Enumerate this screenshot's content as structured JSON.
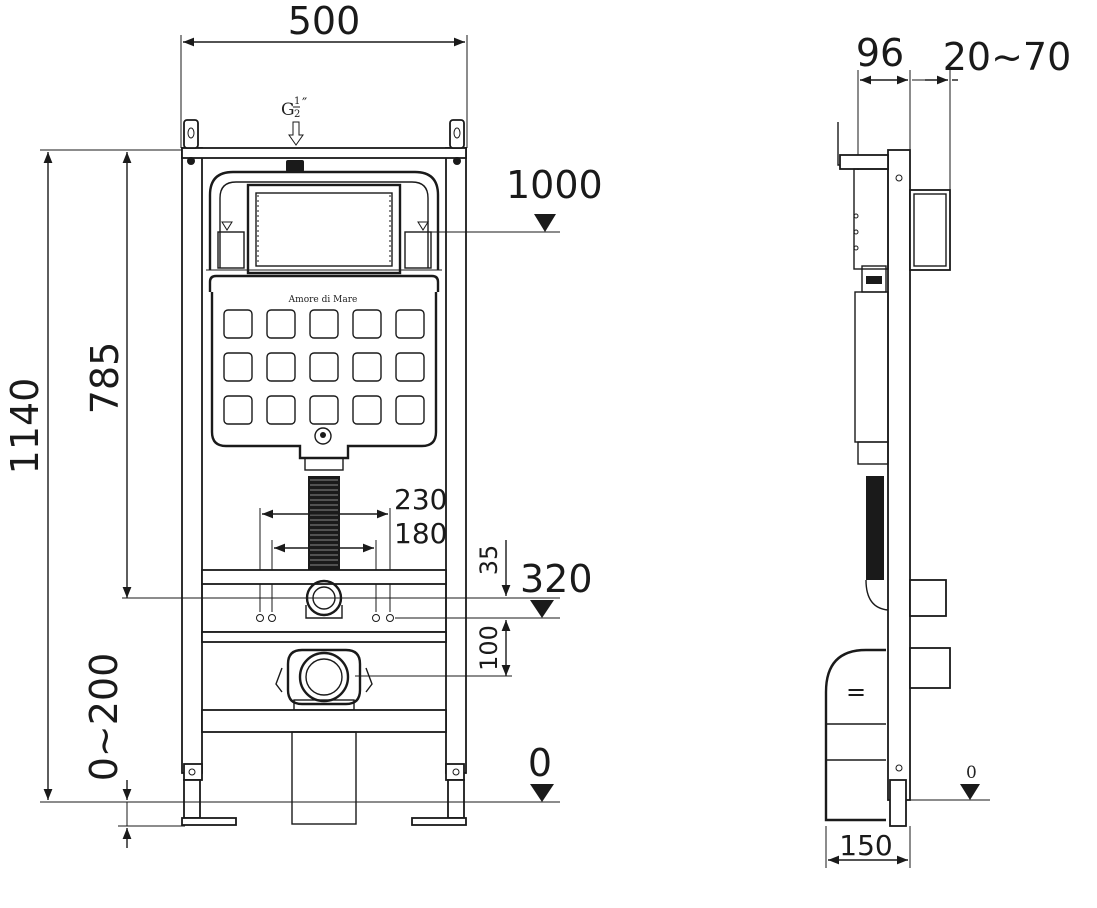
{
  "front_view": {
    "width_dim": "500",
    "height_dim": "1140",
    "flush_height_dim": "785",
    "leg_adjust_dim": "0~200",
    "outer_bolt_spacing_dim": "230",
    "inner_bolt_spacing_dim": "180",
    "bolt_offset_dim": "35",
    "outlet_offset_dim": "100",
    "level_1000": "1000",
    "level_320": "320",
    "level_0": "0",
    "inlet_label_main": "G",
    "inlet_label_num": "1",
    "inlet_label_den": "2",
    "inlet_label_suffix": "″",
    "brand": "Amore di Mare"
  },
  "side_view": {
    "depth_dim": "96",
    "plate_adjust_dim": "20~70",
    "base_depth_dim": "150",
    "level_0": "0",
    "equal_mark": "="
  }
}
